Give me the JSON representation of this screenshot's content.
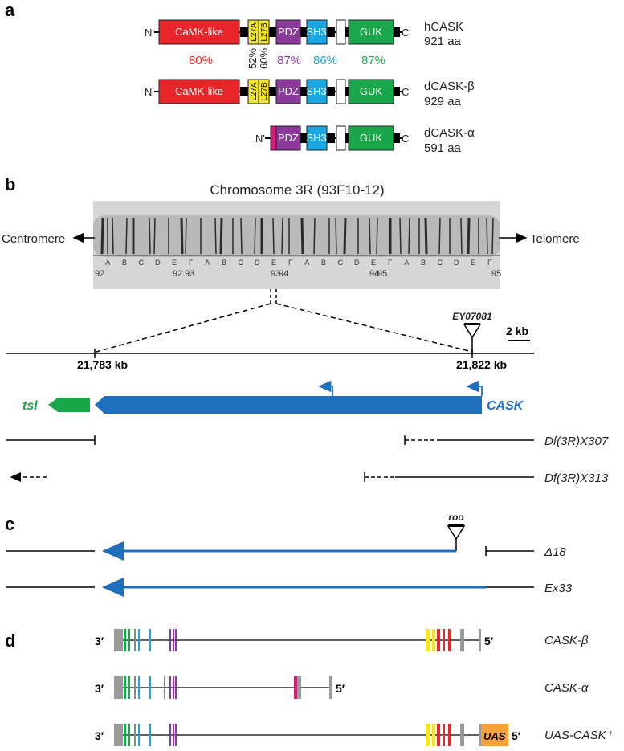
{
  "panel_a": {
    "letter": "a",
    "proteins": [
      {
        "name": "hCASK",
        "length": "921 aa"
      },
      {
        "name": "dCASK-β",
        "length": "929 aa"
      },
      {
        "name": "dCASK-α",
        "length": "591 aa"
      }
    ],
    "terminal_n": "N'",
    "terminal_c": "C'",
    "domains": {
      "camk": "CaMK-like",
      "l27a": "L27A",
      "l27b": "L27B",
      "pdz": "PDZ",
      "sh3": "SH3",
      "guk": "GUK"
    },
    "identity": {
      "camk": "80%",
      "l27a": "52%",
      "l27b": "60%",
      "pdz": "87%",
      "sh3": "86%",
      "guk": "87%"
    },
    "colors": {
      "camk": "#e8262a",
      "l27": "#f2e81c",
      "pdz": "#8b3a9c",
      "sh3": "#1aa6e0",
      "guk": "#1aa64a",
      "alpha_exon": "#d81b7a",
      "cask_gene": "#1f6fbf",
      "tsl_gene": "#1aa64a",
      "uas": "#f3a33a"
    }
  },
  "panel_b": {
    "letter": "b",
    "chromosome_title": "Chromosome 3R (93F10-12)",
    "centromere": "Centromere",
    "telomere": "Telomere",
    "band_letters": [
      "A",
      "B",
      "C",
      "D",
      "E",
      "F",
      "A",
      "B",
      "C",
      "D",
      "E",
      "F",
      "A",
      "B",
      "C",
      "D",
      "E",
      "F",
      "A",
      "B",
      "C",
      "D",
      "E",
      "F"
    ],
    "division_numbers": [
      "92",
      "92",
      "93",
      "93",
      "94",
      "94",
      "95",
      "95"
    ],
    "insertion": "EY07081",
    "scale_bar": "2 kb",
    "coord_left": "21,783 kb",
    "coord_right": "21,822 kb",
    "gene_tsl": "tsl",
    "gene_cask": "CASK",
    "deficiencies": [
      "Df(3R)X307",
      "Df(3R)X313"
    ]
  },
  "panel_c": {
    "letter": "c",
    "insertion": "roo",
    "alleles": [
      "Δ18",
      "Ex33"
    ]
  },
  "panel_d": {
    "letter": "d",
    "end3": "3′",
    "end5": "5′",
    "uas": "UAS",
    "transcripts": [
      "CASK-β",
      "CASK-α",
      "UAS-CASK⁺"
    ]
  }
}
